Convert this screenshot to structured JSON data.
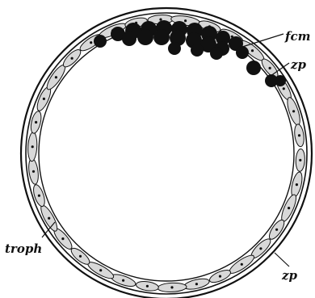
{
  "labels": {
    "fcm": "fcm",
    "zp": "zp",
    "troph": "troph"
  },
  "colors": {
    "ink": "#111111",
    "paper": "#ffffff",
    "cell_fill": "#d8d8d8"
  }
}
